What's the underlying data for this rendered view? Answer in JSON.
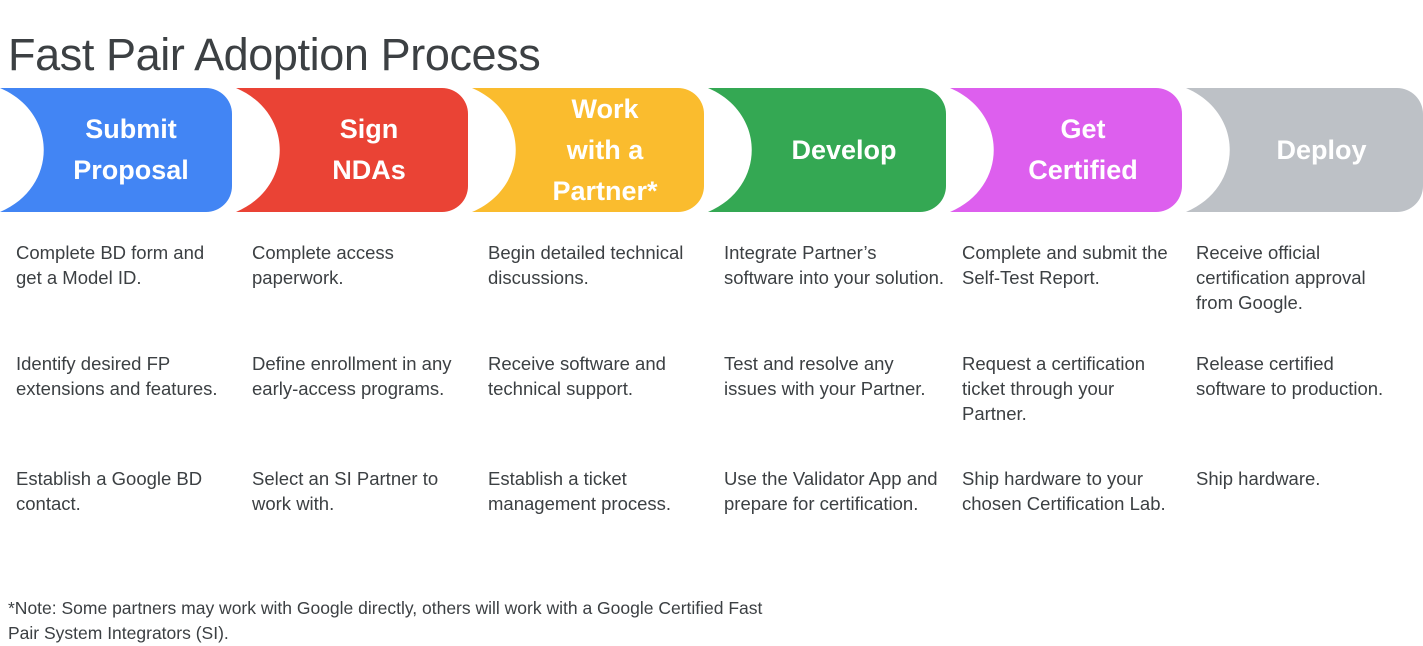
{
  "page": {
    "title": "Fast Pair Adoption Process",
    "background_color": "#ffffff",
    "text_color": "#3c4043"
  },
  "stages": [
    {
      "id": "submit-proposal",
      "label": "Submit\nProposal",
      "color": "#4285f4",
      "color_name": "google-blue",
      "items": [
        "Complete BD form and get a Model ID.",
        "Identify desired FP extensions and features.",
        "Establish a Google BD contact."
      ]
    },
    {
      "id": "sign-ndas",
      "label": "Sign\nNDAs",
      "color": "#ea4335",
      "color_name": "google-red",
      "items": [
        "Complete access paperwork.",
        "Define enrollment in any early-access programs.",
        "Select an SI Partner to work with."
      ]
    },
    {
      "id": "work-with-a-partner",
      "label": "Work\nwith a\nPartner*",
      "color": "#fabc2e",
      "color_name": "google-yellow",
      "items": [
        "Begin detailed technical discussions.",
        "Receive software and technical support.",
        "Establish a ticket management process."
      ]
    },
    {
      "id": "develop",
      "label": "Develop",
      "color": "#34a853",
      "color_name": "google-green",
      "items": [
        "Integrate Partner’s software into your solution.",
        "Test and resolve any issues with your Partner.",
        "Use the Validator App and prepare for certification."
      ]
    },
    {
      "id": "get-certified",
      "label": "Get\nCertified",
      "color": "#dd5fee",
      "color_name": "magenta",
      "items": [
        "Complete and submit the Self-Test Report.",
        "Request a certification ticket through your Partner.",
        "Ship hardware to your chosen Certification Lab."
      ]
    },
    {
      "id": "deploy",
      "label": "Deploy",
      "color": "#bdc1c6",
      "color_name": "grey",
      "items": [
        "Receive official certification approval from Google.",
        "Release certified software to production.",
        "Ship hardware."
      ]
    }
  ],
  "footnote": "*Note: Some partners may work with Google directly, others will work with a Google Certified Fast Pair System Integrators (SI)."
}
